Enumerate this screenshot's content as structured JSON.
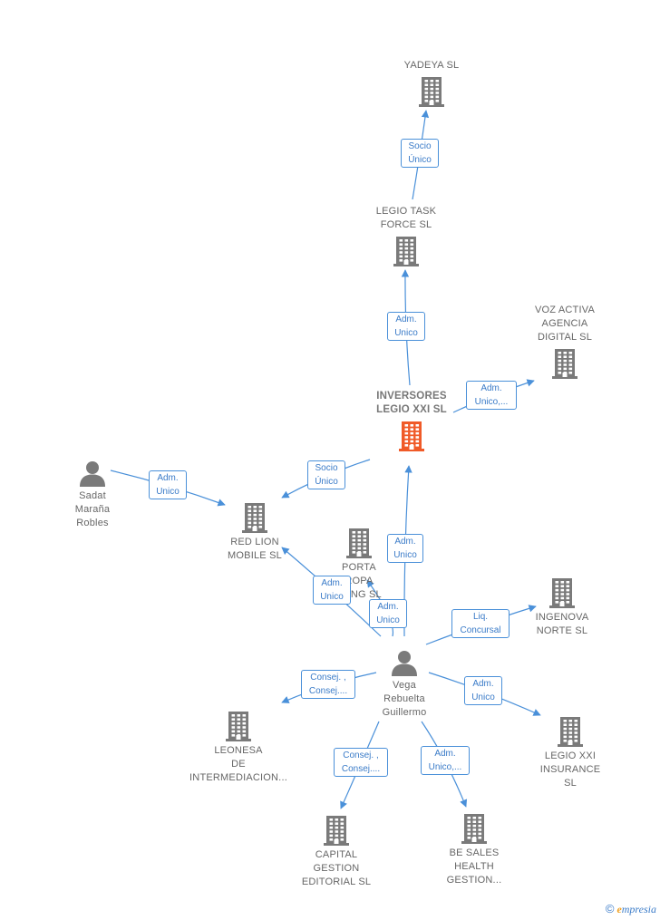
{
  "colors": {
    "edge": "#4a90d9",
    "building": "#7a7a7a",
    "highlight": "#f05a28",
    "person": "#7a7a7a"
  },
  "nodes": [
    {
      "id": "yadeya",
      "label": "YADEYA  SL",
      "icon": "building-icon"
    },
    {
      "id": "legio_task",
      "label": "LEGIO TASK\nFORCE  SL",
      "icon": "building-icon"
    },
    {
      "id": "voz_activa",
      "label": "VOZ ACTIVA\nAGENCIA\nDIGITAL  SL",
      "icon": "building-icon"
    },
    {
      "id": "inversores",
      "label": "INVERSORES\nLEGIO XXI  SL",
      "icon": "building-icon",
      "highlight": true
    },
    {
      "id": "sadat",
      "label": "Sadat\nMaraña\nRobles",
      "icon": "person-icon"
    },
    {
      "id": "red_lion",
      "label": "RED LION\nMOBILE  SL",
      "icon": "building-icon"
    },
    {
      "id": "porta",
      "label": "PORTA\nROPA\nLTING SL",
      "icon": "building-icon"
    },
    {
      "id": "ingenova",
      "label": "INGENOVA\nNORTE SL",
      "icon": "building-icon"
    },
    {
      "id": "vega",
      "label": "Vega\nRebuelta\nGuillermo",
      "icon": "person-icon"
    },
    {
      "id": "leonesa",
      "label": "LEONESA\nDE\nINTERMEDIACION...",
      "icon": "building-icon"
    },
    {
      "id": "legio_ins",
      "label": "LEGIO XXI\nINSURANCE\nSL",
      "icon": "building-icon"
    },
    {
      "id": "capital",
      "label": "CAPITAL\nGESTION\nEDITORIAL  SL",
      "icon": "building-icon"
    },
    {
      "id": "be_sales",
      "label": "BE SALES\nHEALTH\nGESTION...",
      "icon": "building-icon"
    }
  ],
  "edges": [
    {
      "from": "legio_task",
      "to": "yadeya",
      "label": "Socio\nÚnico"
    },
    {
      "from": "inversores",
      "to": "legio_task",
      "label": "Adm.\nUnico"
    },
    {
      "from": "inversores",
      "to": "voz_activa",
      "label": "Adm.\nUnico,..."
    },
    {
      "from": "inversores",
      "to": "red_lion",
      "label": "Socio\nÚnico"
    },
    {
      "from": "sadat",
      "to": "red_lion",
      "label": "Adm.\nUnico"
    },
    {
      "from": "vega",
      "to": "inversores",
      "label": "Adm.\nUnico"
    },
    {
      "from": "vega",
      "to": "red_lion",
      "label": "Adm.\nUnico"
    },
    {
      "from": "vega",
      "to": "porta",
      "label": "Adm.\nUnico"
    },
    {
      "from": "vega",
      "to": "ingenova",
      "label": "Liq.\nConcursal"
    },
    {
      "from": "vega",
      "to": "leonesa",
      "label": "Consej. ,\nConsej...."
    },
    {
      "from": "vega",
      "to": "legio_ins",
      "label": "Adm.\nUnico"
    },
    {
      "from": "vega",
      "to": "capital",
      "label": "Consej. ,\nConsej...."
    },
    {
      "from": "vega",
      "to": "be_sales",
      "label": "Adm.\nUnico,..."
    }
  ],
  "brand": {
    "copyright": "©",
    "initial": "e",
    "rest": "mpresia"
  }
}
